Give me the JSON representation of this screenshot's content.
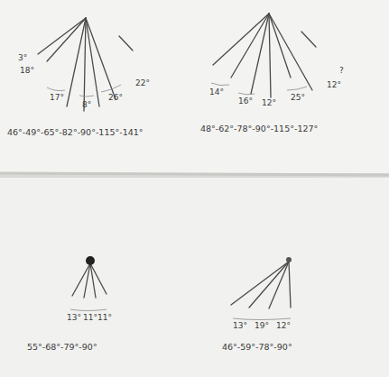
{
  "diagram": {
    "labels": [
      "3°",
      "18°",
      "17°",
      "8°",
      "26°",
      "22°",
      "14°",
      "16°",
      "12°",
      "25°",
      "?",
      "12°",
      "46°-49°-65°-82°-90°-115°-141°",
      "48°-62°-78°-90°-115°-127°",
      "13°",
      "11°",
      "11°",
      "13°",
      "19°",
      "12°",
      "55°-68°-79°-90°",
      "46°-59°-78°-90°"
    ]
  }
}
